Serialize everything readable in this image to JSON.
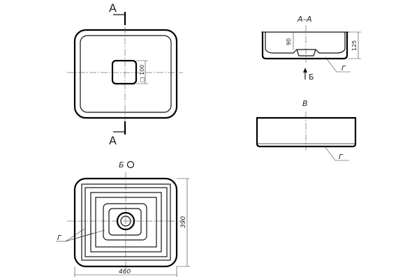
{
  "section_marks": {
    "top": "A",
    "bottom": "A"
  },
  "views": {
    "section": {
      "title": "А–А",
      "dim_depth": "90",
      "dim_height": "125",
      "view_arrow": "Б",
      "leader": "Г"
    },
    "side": {
      "title": "В",
      "leader": "Г"
    },
    "bottom": {
      "title": "Б",
      "dim_width": "460",
      "dim_height": "390",
      "leader": "Г"
    },
    "top": {
      "dim_drain": "□ 100"
    }
  }
}
